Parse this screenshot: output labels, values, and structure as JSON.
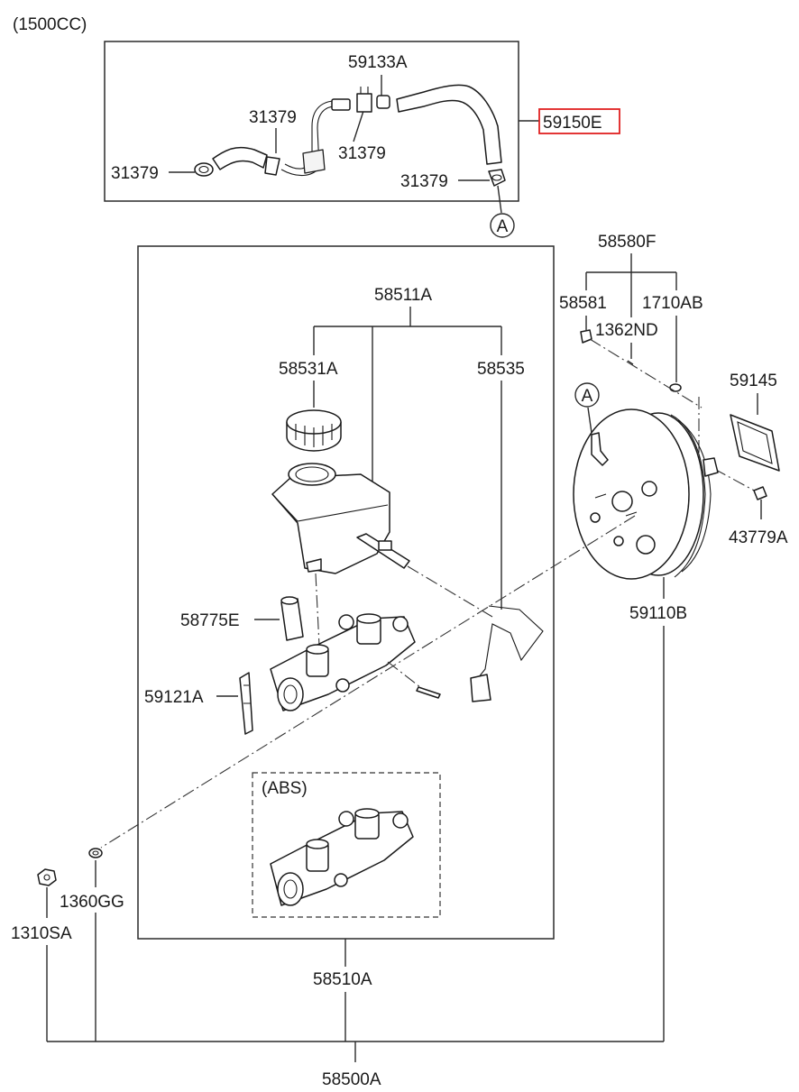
{
  "header": {
    "engine": "(1500CC)"
  },
  "labels": {
    "p59133A": "59133A",
    "p31379_a": "31379",
    "p31379_b": "31379",
    "p31379_c": "31379",
    "p31379_d": "31379",
    "p59150E": "59150E",
    "marker_a_top": "A",
    "marker_a_booster": "A",
    "p58580F": "58580F",
    "p58581": "58581",
    "p1710AB": "1710AB",
    "p1362ND": "1362ND",
    "p59145": "59145",
    "p43779A": "43779A",
    "p59110B": "59110B",
    "p58511A": "58511A",
    "p58531A": "58531A",
    "p58535": "58535",
    "p58775E": "58775E",
    "p59121A": "59121A",
    "abs": "(ABS)",
    "p1360GG": "1360GG",
    "p1310SA": "1310SA",
    "p58510A": "58510A",
    "p58500A": "58500A"
  },
  "colors": {
    "highlight": "#e02020",
    "line": "#2a2a2a",
    "text": "#1a1a1a"
  }
}
